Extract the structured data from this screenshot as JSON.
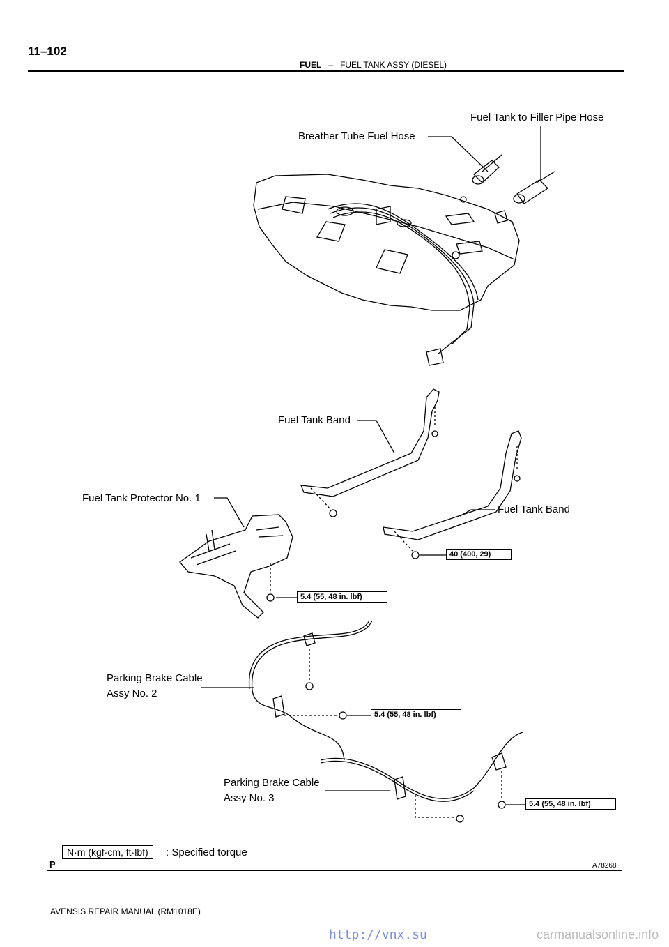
{
  "header": {
    "page_number": "11–102",
    "section": "FUEL",
    "dash": "–",
    "title": "FUEL TANK ASSY (DIESEL)"
  },
  "labels": {
    "fuel_tank_to_filler_pipe_hose": "Fuel Tank to Filler Pipe Hose",
    "breather_tube_fuel_hose": "Breather Tube Fuel Hose",
    "fuel_tank_band_1": "Fuel Tank Band",
    "fuel_tank_band_2": "Fuel Tank Band",
    "fuel_tank_protector": "Fuel Tank Protector No. 1",
    "parking_brake_cable_2_line1": "Parking Brake Cable",
    "parking_brake_cable_2_line2": "Assy No. 2",
    "parking_brake_cable_3_line1": "Parking Brake Cable",
    "parking_brake_cable_3_line2": "Assy No. 3"
  },
  "torques": {
    "band_bolt": "40 (400, 29)",
    "protector_bolt": "5.4 (55, 48 in. lbf)",
    "cable2_bolt": "5.4 (55, 48 in. lbf)",
    "cable3_bolt": "5.4 (55, 48 in. lbf)"
  },
  "legend": {
    "box": "N·m (kgf·cm, ft·lbf)",
    "text": ": Specified torque"
  },
  "figure_corner": "P",
  "figure_code": "A78268",
  "footer": "AVENSIS REPAIR MANUAL   (RM1018E)",
  "watermark_left": "http://vnx.su",
  "watermark_right": "carmanualsonline.info"
}
